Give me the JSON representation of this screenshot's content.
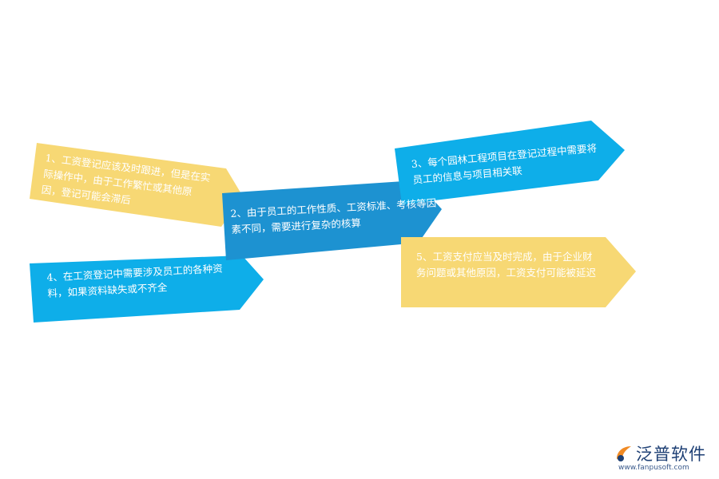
{
  "colors": {
    "yellow": "#f7d874",
    "light_blue": "#0eaee9",
    "mid_blue": "#1d92d1",
    "logo_orange": "#f08a24",
    "logo_navy": "#1d3f74"
  },
  "items": [
    {
      "text": "1、工资登记应该及时跟进，但是在实际操作中，由于工作繁忙或其他原因，登记可能会滞后",
      "color": "yellow"
    },
    {
      "text": "2、由于员工的工作性质、工资标准、考核等因素不同，需要进行复杂的核算",
      "color": "mid_blue"
    },
    {
      "text": "3、每个园林工程项目在登记过程中需要将员工的信息与项目相关联",
      "color": "light_blue"
    },
    {
      "text": "4、在工资登记中需要涉及员工的各种资料，如果资料缺失或不齐全",
      "color": "light_blue"
    },
    {
      "text": "5、工资支付应当及时完成，由于企业财务问题或其他原因，工资支付可能被延迟",
      "color": "yellow"
    }
  ],
  "logo": {
    "name": "泛普软件",
    "url": "www.fanpusoft.com",
    "icon": "fanpu-logo-icon"
  }
}
